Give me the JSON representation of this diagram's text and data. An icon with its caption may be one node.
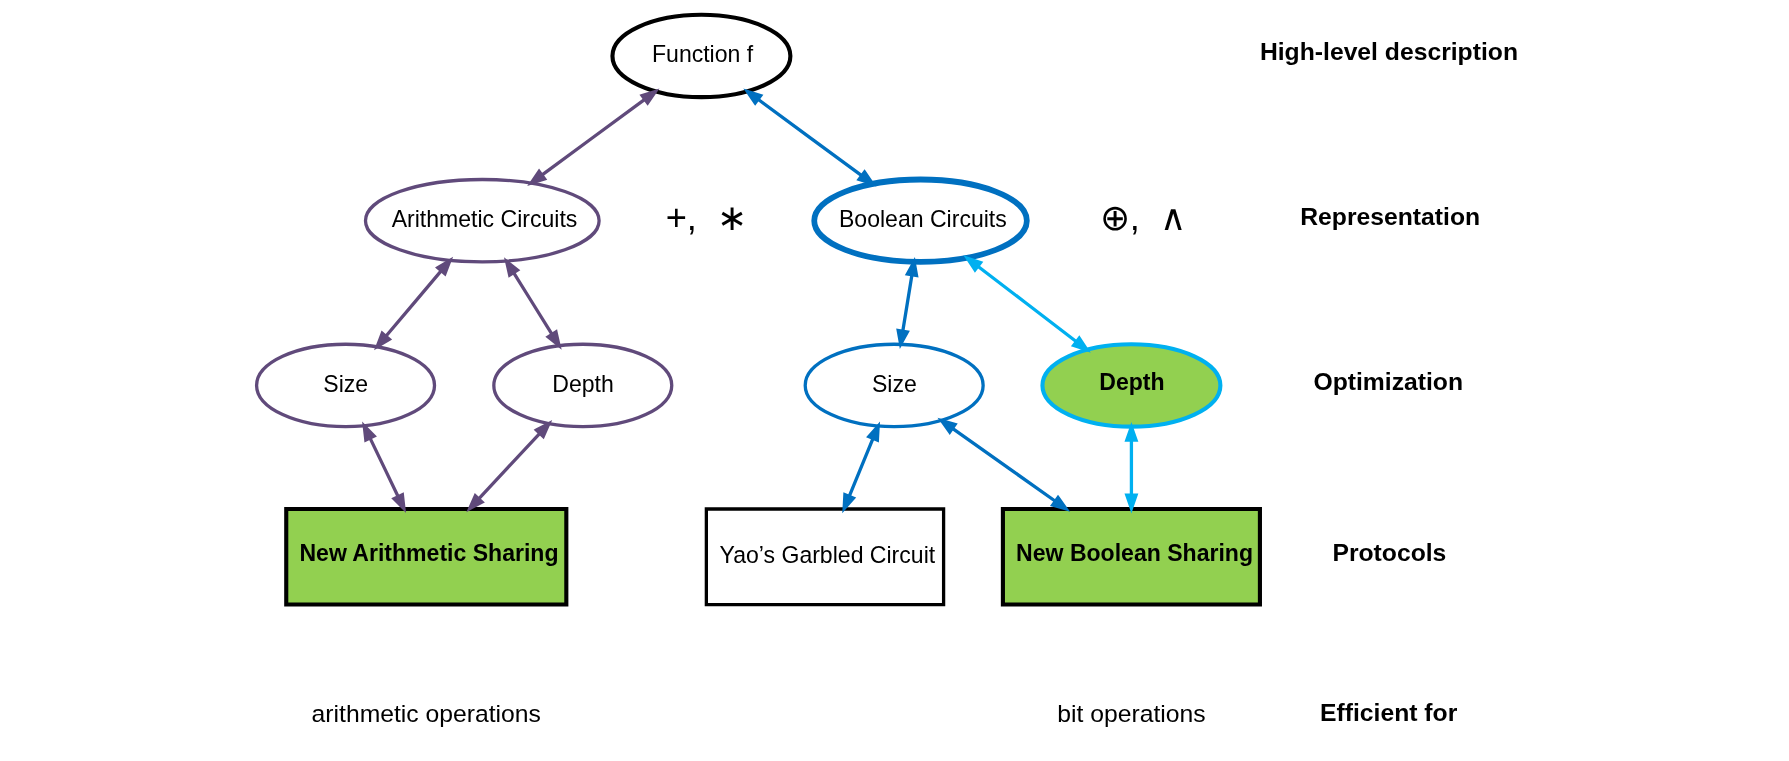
{
  "diagram": {
    "nodes": [
      {
        "text": [
          "Function f"
        ]
      },
      {
        "text": [
          "Arithmetic Circuits"
        ],
        "beside": [
          "+,  ∗"
        ]
      },
      {
        "text": [
          "Boolean Circuits"
        ],
        "beside": [
          "⊕,  ∧"
        ]
      },
      {
        "text": [
          "Size"
        ]
      },
      {
        "text": [
          "Depth"
        ]
      },
      {
        "text": [
          "Size"
        ]
      },
      {
        "text": [
          "Depth"
        ]
      },
      {
        "text": [
          "New Arithmetic Sharing"
        ]
      },
      {
        "text": [
          "Yao’s Garbled Circuit"
        ]
      },
      {
        "text": [
          "New Boolean Sharing"
        ]
      }
    ],
    "edges": [
      {
        "from": 0,
        "to": 1,
        "arrow": "both",
        "color": "#604a7b"
      },
      {
        "from": 0,
        "to": 2,
        "arrow": "both",
        "color": "#0070c0"
      },
      {
        "from": 1,
        "to": 3,
        "arrow": "both",
        "color": "#604a7b"
      },
      {
        "from": 1,
        "to": 4,
        "arrow": "both",
        "color": "#604a7b"
      },
      {
        "from": 2,
        "to": 5,
        "arrow": "both",
        "color": "#0070c0"
      },
      {
        "from": 2,
        "to": 6,
        "arrow": "both",
        "color": "#00b0f0"
      },
      {
        "from": 3,
        "to": 7,
        "arrow": "both",
        "color": "#604a7b"
      },
      {
        "from": 4,
        "to": 7,
        "arrow": "both",
        "color": "#604a7b"
      },
      {
        "from": 5,
        "to": 8,
        "arrow": "both",
        "color": "#0070c0"
      },
      {
        "from": 5,
        "to": 9,
        "arrow": "both",
        "color": "#0070c0"
      },
      {
        "from": 6,
        "to": 9,
        "arrow": "both",
        "color": "#00b0f0"
      }
    ],
    "labels": [
      "High-level description",
      "Representation",
      "Optimization",
      "Protocols",
      "Efficient for",
      "arithmetic operations",
      "bit operations"
    ]
  }
}
